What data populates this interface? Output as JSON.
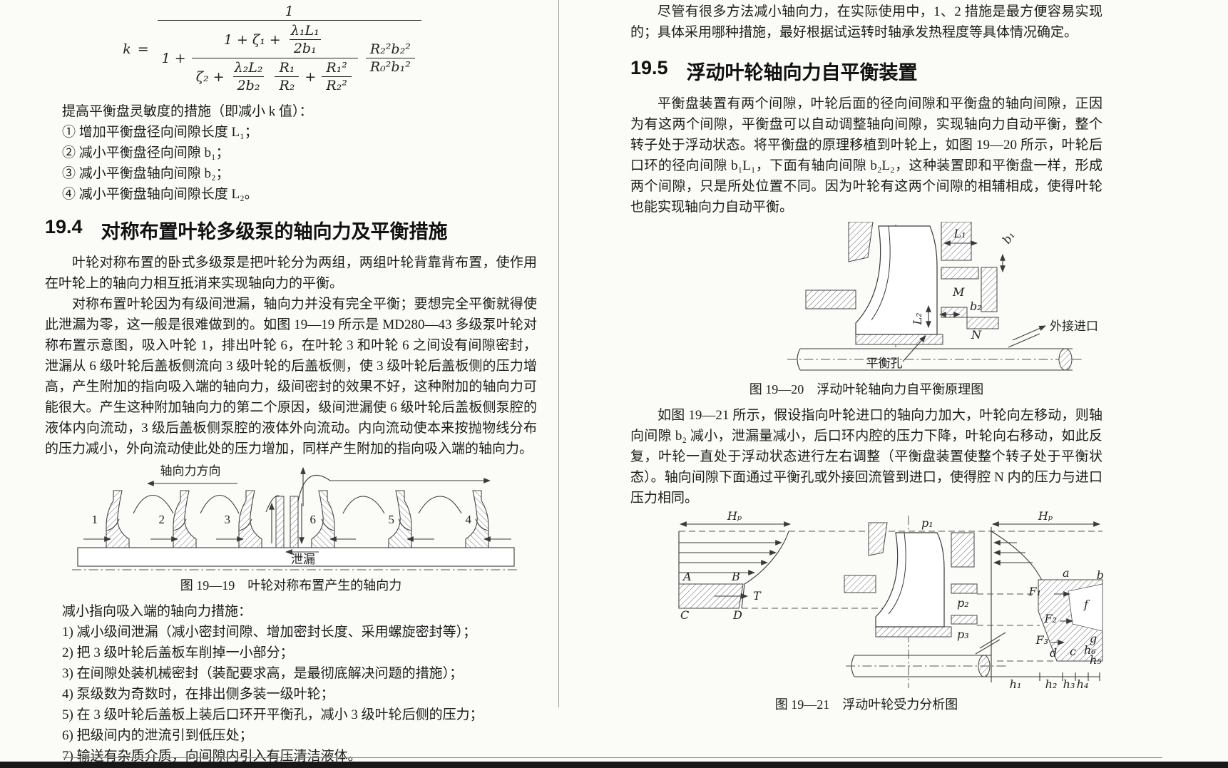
{
  "left": {
    "formula": {
      "lhs": "k",
      "eq": "=",
      "num1": "1",
      "one_plus": "1 +",
      "inner_num_pre": "1 + ζ₁ +",
      "f1n": "λ₁L₁",
      "f1d": "2b₁",
      "inner_den_pre": "ζ₂ +",
      "f2n": "λ₂L₂",
      "f2d": "2b₂",
      "f3n": "R₁",
      "f3d": "R₂",
      "plus": "+",
      "f4n": "R₁²",
      "f4d": "R₂²",
      "f5n": "R₂²b₂²",
      "f5d": "R₀²b₁²"
    },
    "sensitivity_intro": "提高平衡盘灵敏度的措施（即减小 k 值）：",
    "sensitivity_items": [
      "① 增加平衡盘径向间隙长度 L₁；",
      "② 减小平衡盘径向间隙 b₁；",
      "③ 减小平衡盘轴向间隙 b₂；",
      "④ 减小平衡盘轴向间隙长度 L₂。"
    ],
    "section": {
      "number": "19.4",
      "title": "对称布置叶轮多级泵的轴向力及平衡措施"
    },
    "para1": "叶轮对称布置的卧式多级泵是把叶轮分为两组，两组叶轮背靠背布置，使作用在叶轮上的轴向力相互抵消来实现轴向力的平衡。",
    "para2": "对称布置叶轮因为有级间泄漏，轴向力并没有完全平衡；要想完全平衡就得使此泄漏为零，这一般是很难做到的。如图 19—19 所示是 MD280—43 多级泵叶轮对称布置示意图，吸入叶轮 1，排出叶轮 6，在叶轮 3 和叶轮 6 之间设有间隙密封，泄漏从 6 级叶轮后盖板侧流向 3 级叶轮的后盖板侧，使 3 级叶轮后盖板侧的压力增高，产生附加的指向吸入端的轴向力，级间密封的效果不好，这种附加的轴向力可能很大。产生这种附加轴向力的第二个原因，级间泄漏使 6 级叶轮后盖板侧泵腔的液体内向流动，3 级后盖板侧泵腔的液体外向流动。内向流动使本来按抛物线分布的压力减小，外向流动使此处的压力增加，同样产生附加的指向吸入端的轴向力。",
    "fig1919": {
      "direction_label": "轴向力方向",
      "impellers": [
        "1",
        "2",
        "3",
        "6",
        "5",
        "4"
      ],
      "leak_label": "泄漏",
      "caption": "图 19—19　叶轮对称布置产生的轴向力"
    },
    "reduce_intro": "减小指向吸入端的轴向力措施：",
    "reduce_items": [
      "1) 减小级间泄漏（减小密封间隙、增加密封长度、采用螺旋密封等）；",
      "2) 把 3 级叶轮后盖板车削掉一小部分；",
      "3) 在间隙处装机械密封（装配要求高，是最彻底解决问题的措施）；",
      "4) 泵级数为奇数时，在排出侧多装一级叶轮；",
      "5) 在 3 级叶轮后盖板上装后口环开平衡孔，减小 3 级叶轮后侧的压力；",
      "6) 把级间内的泄流引到低压处；",
      "7) 输送有杂质介质，向间隙内引入有压清洁液体。"
    ]
  },
  "right": {
    "para0": "尽管有很多方法减小轴向力，在实际使用中，1、2 措施是最方便容易实现的；具体采用哪种措施，最好根据试运转时轴承发热程度等具体情况确定。",
    "section": {
      "number": "19.5",
      "title": "浮动叶轮轴向力自平衡装置"
    },
    "para1": "平衡盘装置有两个间隙，叶轮后面的径向间隙和平衡盘的轴向间隙，正因为有这两个间隙，平衡盘可以自动调整轴向间隙，实现轴向力自动平衡，整个转子处于浮动状态。将平衡盘的原理移植到叶轮上，如图 19—20 所示，叶轮后口环的径向间隙 b₁L₁，下面有轴向间隙 b₂L₂，这种装置即和平衡盘一样，形成两个间隙，只是所处位置不同。因为叶轮有这两个间隙的相辅相成，使得叶轮也能实现轴向力自动平衡。",
    "fig1920": {
      "labels": {
        "L1": "L₁",
        "b1": "b₁",
        "M": "M",
        "b2": "b₂",
        "L2": "L₂",
        "N": "N",
        "inlet": "外接进口",
        "hole": "平衡孔"
      },
      "caption": "图 19—20　浮动叶轮轴向力自平衡原理图"
    },
    "para2": "如图 19—21 所示，假设指向叶轮进口的轴向力加大，叶轮向左移动，则轴向间隙 b₂ 减小，泄漏量减小，后口环内腔的压力下降，叶轮向右移动，如此反复，叶轮一直处于浮动状态进行左右调整（平衡盘装置使整个转子处于平衡状态）。轴向间隙下面通过平衡孔或外接回流管到进口，使得腔 N 内的压力与进口压力相同。",
    "fig1921": {
      "labels": {
        "Hp_left": "Hₚ",
        "Hp_right": "Hₚ",
        "p1": "p₁",
        "p2": "p₂",
        "p3": "p₃",
        "A": "A",
        "B": "B",
        "T": "T",
        "C": "C",
        "D": "D",
        "a": "a",
        "b": "b",
        "f": "f",
        "g": "g",
        "F1": "F₁",
        "F2": "F₂",
        "F3": "F₃",
        "d": "d",
        "c": "c",
        "h1": "h₁",
        "h2": "h₂",
        "h3": "h₃",
        "h4": "h₄",
        "h5": "h₅",
        "h6": "h₆"
      },
      "caption": "图 19—21　浮动叶轮受力分析图"
    }
  }
}
